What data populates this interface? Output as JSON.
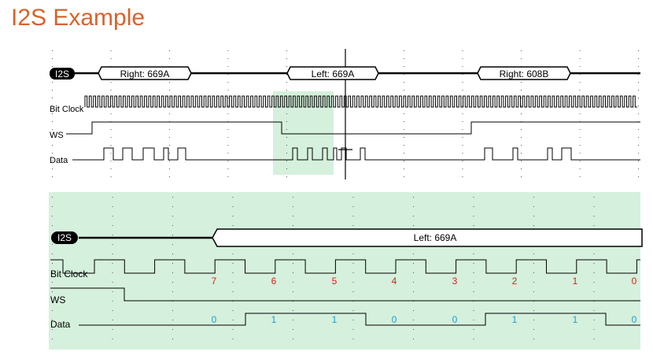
{
  "slide": {
    "title": "I2S Example"
  },
  "top_panel": {
    "bus_label": "I2S",
    "frames": [
      "Right: 669A",
      "Left: 669A",
      "Right: 608B"
    ],
    "signals": [
      "Bit Clock",
      "WS",
      "Data"
    ]
  },
  "bottom_panel": {
    "bus_label": "I2S",
    "frame": "Left: 669A",
    "signals": [
      "Bit Clock",
      "WS",
      "Data"
    ],
    "bit_indices": [
      "7",
      "6",
      "5",
      "4",
      "3",
      "2",
      "1",
      "0"
    ],
    "data_bits": [
      "0",
      "1",
      "1",
      "0",
      "0",
      "1",
      "1",
      "0"
    ]
  },
  "colors": {
    "title": "#d9622b",
    "highlight": "#d5f0dc",
    "index_label": "#e0201c",
    "bit_label": "#1a9fd6"
  }
}
